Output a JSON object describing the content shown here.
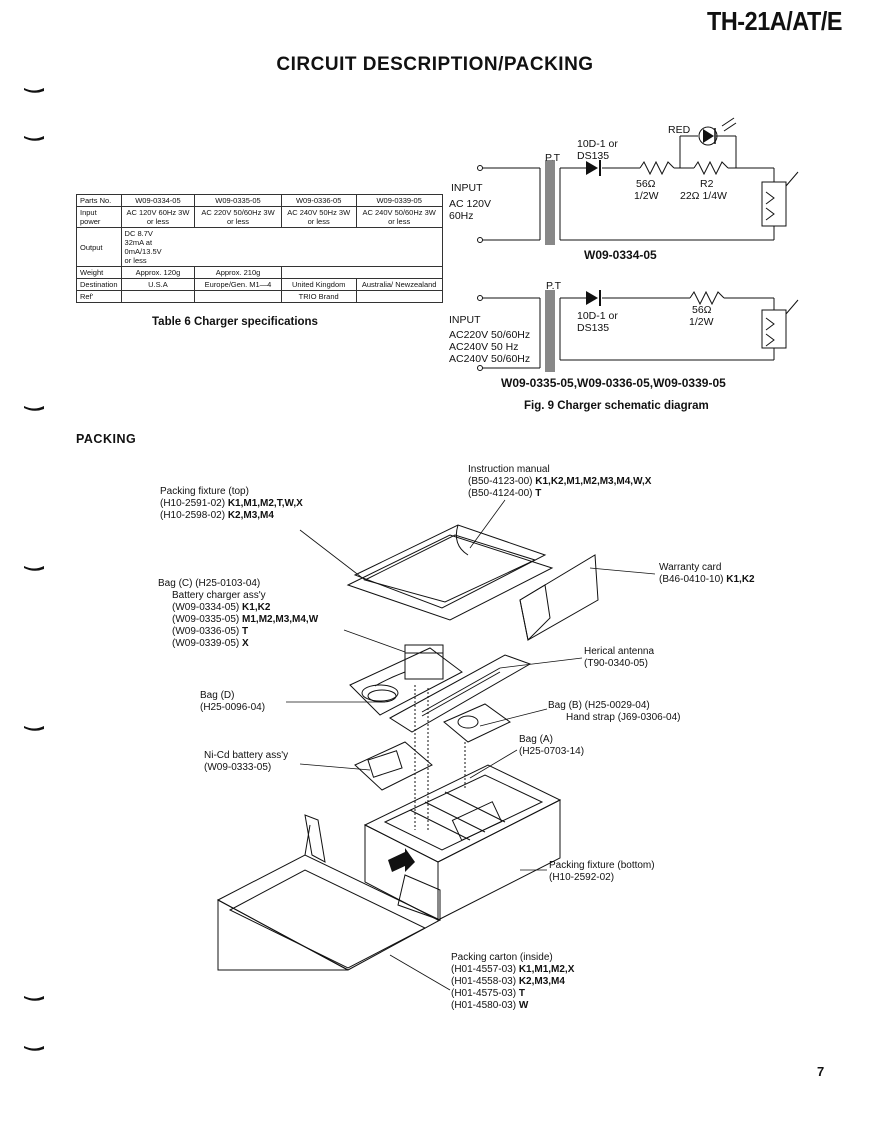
{
  "header": {
    "model": "TH-21A/AT/E",
    "title": "CIRCUIT DESCRIPTION/PACKING"
  },
  "spec_table": {
    "caption": "Table 6  Charger specifications",
    "parts_no_label": "Parts No.",
    "parts": [
      "W09-0334-05",
      "W09-0335-05",
      "W09-0336-05",
      "W09-0339-05"
    ],
    "input_label": "Input power",
    "input": [
      "AC 120V 60Hz 3W or less",
      "AC 220V 50/60Hz 3W or less",
      "AC 240V 50Hz 3W or less",
      "AC 240V 50/60Hz 3W or less"
    ],
    "output_label": "Output",
    "output": "DC 8.7V 32mA at 0mA/13.5V or less",
    "weight_label": "Weight",
    "weight": [
      "Approx. 120g",
      "Approx. 210g"
    ],
    "destination_label": "Destination",
    "destination": [
      "U.S.A",
      "Europe/Gen. M1—4",
      "United Kingdom",
      "Australia/ Newzealand"
    ],
    "ref_label": "Ref'",
    "ref": "TRIO Brand"
  },
  "schematic1": {
    "red": "RED",
    "diode": "10D-1 or",
    "diode2": "DS135",
    "pt": "P.T",
    "r1": "56Ω",
    "r1w": "1/2W",
    "r2": "R2",
    "r2v": "22Ω  1/4W",
    "input": "INPUT",
    "ac": "AC 120V",
    "hz": "60Hz",
    "part": "W09-0334-05"
  },
  "schematic2": {
    "pt": "P.T",
    "input": "INPUT",
    "ac1": "AC220V  50/60Hz",
    "ac2": "AC240V  50 Hz",
    "ac3": "AC240V  50/60Hz",
    "diode": "10D-1 or",
    "diode2": "DS135",
    "r": "56Ω",
    "rw": "1/2W",
    "parts": "W09-0335-05,W09-0336-05,W09-0339-05",
    "caption": "Fig. 9  Charger schematic diagram"
  },
  "packing": {
    "heading": "PACKING",
    "instruction_manual": {
      "l1": "Instruction manual",
      "l2a": "(B50-4123-00) ",
      "l2b": "K1,K2,M1,M2,M3,M4,W,X",
      "l3a": "(B50-4124-00) ",
      "l3b": "T"
    },
    "fixture_top": {
      "l1": "Packing fixture (top)",
      "l2a": "(H10-2591-02) ",
      "l2b": "K1,M1,M2,T,W,X",
      "l3a": "(H10-2598-02) ",
      "l3b": "K2,M3,M4"
    },
    "warranty": {
      "l1": "Warranty card",
      "l2a": "(B46-0410-10) ",
      "l2b": "K1,K2"
    },
    "bag_c": {
      "l1": "Bag (C) (H25-0103-04)",
      "l2": "Battery charger ass'y",
      "l3a": "(W09-0334-05) ",
      "l3b": "K1,K2",
      "l4a": "(W09-0335-05) ",
      "l4b": "M1,M2,M3,M4,W",
      "l5a": "(W09-0336-05) ",
      "l5b": "T",
      "l6a": "(W09-0339-05) ",
      "l6b": "X"
    },
    "antenna": {
      "l1": "Herical antenna",
      "l2": "(T90-0340-05)"
    },
    "bag_d": {
      "l1": "Bag (D)",
      "l2": "(H25-0096-04)"
    },
    "bag_b": {
      "l1": "Bag (B) (H25-0029-04)",
      "l2": "Hand strap (J69-0306-04)"
    },
    "bag_a": {
      "l1": "Bag (A)",
      "l2": "(H25-0703-14)"
    },
    "nicd": {
      "l1": "Ni-Cd battery ass'y",
      "l2": "(W09-0333-05)"
    },
    "fixture_bottom": {
      "l1": "Packing fixture (bottom)",
      "l2": "(H10-2592-02)"
    },
    "carton": {
      "l1": "Packing carton (inside)",
      "l2a": "(H01-4557-03) ",
      "l2b": "K1,M1,M2,X",
      "l3a": "(H01-4558-03) ",
      "l3b": "K2,M3,M4",
      "l4a": "(H01-4575-03) ",
      "l4b": "T",
      "l5a": "(H01-4580-03) ",
      "l5b": "W"
    }
  },
  "page_number": "7"
}
